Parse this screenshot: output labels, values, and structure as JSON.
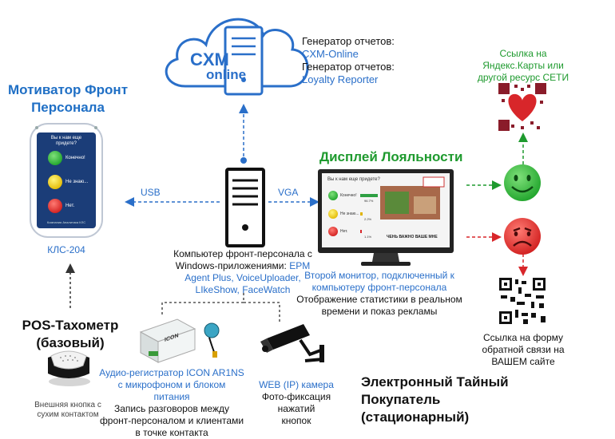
{
  "cloud": {
    "brand_top": "CXM",
    "brand_bottom": "online"
  },
  "report_gen": {
    "line1": "Генератор отчетов:",
    "link1": "CXM-Online",
    "line2": "Генератор отчетов:",
    "link2": "Loyalty Reporter"
  },
  "motivator": {
    "title_line1": "Мотиватор Фронт",
    "title_line2": "Персонала",
    "device_question_1": "Вы к нам еще",
    "device_question_2": "придете?",
    "opt_yes": "Конечно!",
    "opt_maybe": "Не знаю...",
    "opt_no": "Нет.",
    "device_footer": "Компания Аналитика КЛС",
    "model": "КЛС-204"
  },
  "links": {
    "usb": "USB",
    "vga": "VGA"
  },
  "computer": {
    "desc_1": "Компьютер фронт-персонала с",
    "desc_2": "Windows-приложениями:",
    "apps_1": "EPM",
    "apps_2": "Agent Plus, VoiceUploader,",
    "apps_3": "LIkeShow, FaceWatch"
  },
  "loyalty_display": {
    "title": "Дисплей Лояльности",
    "screen_question": "Вы к нам еще придете?",
    "row1": "Конечно!",
    "row1_pct": "96.7%",
    "row2": "Не знаю...",
    "row2_pct": "2.2%",
    "row3": "Нет.",
    "row3_pct": "1.1%",
    "screen_caption": "ЧЕНЬ ВАЖНО ВАШЕ МНЕ",
    "caption_blue_1": "Второй монитор, подключенный к",
    "caption_blue_2": "компьютеру фронт-персонала",
    "caption_black_1": "Отображение статистики в реальном",
    "caption_black_2": "времени и показ рекламы"
  },
  "yandex": {
    "line1": "Ссылка на",
    "line2": "Яндекс.Карты или",
    "line3": "другой ресурс СЕТИ"
  },
  "feedback": {
    "line1": "Ссылка на форму",
    "line2": "обратной связи на",
    "line3": "ВАШЕМ сайте"
  },
  "pos": {
    "title_line1": "POS-Тахометр",
    "title_line2": "(базовый)",
    "button_caption_1": "Внешняя кнопка с",
    "button_caption_2": "сухим контактом"
  },
  "recorder": {
    "brand": "ICON",
    "blue_1": "Аудио-регистратор ICON AR1NS",
    "blue_2": "с микрофоном  и блоком",
    "blue_3": "питания",
    "black_1": "Запись разговоров между",
    "black_2": "фронт-персоналом  и клиентами",
    "black_3": "в точке контакта"
  },
  "camera": {
    "blue": "WEB (IP) камера",
    "black_1": "Фото-фиксация нажатий",
    "black_2": "кнопок"
  },
  "mystery": {
    "line1": "Электронный Тайный",
    "line2": "Покупатель",
    "line3": "(стационарный)"
  },
  "colors": {
    "accent_blue": "#2a6fc9",
    "green": "#1e9a2e",
    "red": "#d8262a",
    "device_blue": "#1b3d78"
  }
}
